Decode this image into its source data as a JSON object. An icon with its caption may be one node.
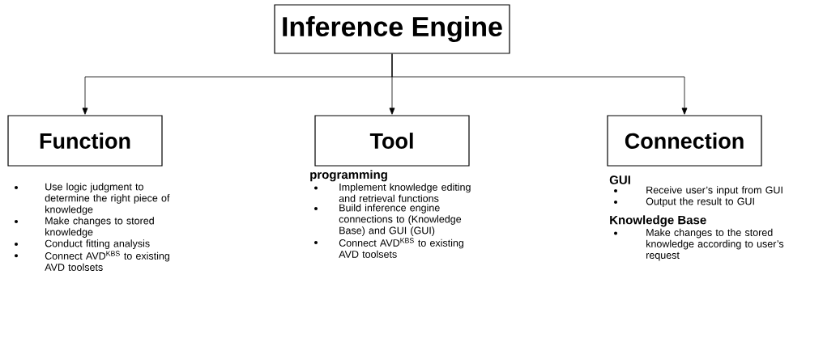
{
  "diagram": {
    "nodes": [
      {
        "text": [
          "Inference Engine"
        ]
      },
      {
        "text": [
          "Function"
        ],
        "beside": [
          "Use logic judgment to determine the right piece of knowledge",
          "Make changes to stored knowledge",
          "Conduct fitting analysis",
          "Connect AVD$^{KBS}$ to existing AVD toolsets"
        ]
      },
      {
        "text": [
          "Tool"
        ],
        "beside": [
          "programming",
          "Implement knowledge editing and retrieval functions",
          "Build inference engine connections to (Knowledge Base) and GUI (GUI)",
          "Connect  AVD$^{KBS}$ to existing AVD toolsets"
        ]
      },
      {
        "text": [
          "Connection"
        ],
        "beside": [
          "GUI",
          "Receive user’s input from GUI",
          "Output the result to GUI",
          "Knowledge Base",
          "Make changes to the stored knowledge according to user’s request"
        ]
      }
    ],
    "edges": [
      {
        "from": 0,
        "to": 1,
        "arrow": "to"
      },
      {
        "from": 0,
        "to": 2,
        "arrow": "to"
      },
      {
        "from": 0,
        "to": 3,
        "arrow": "to"
      }
    ]
  }
}
